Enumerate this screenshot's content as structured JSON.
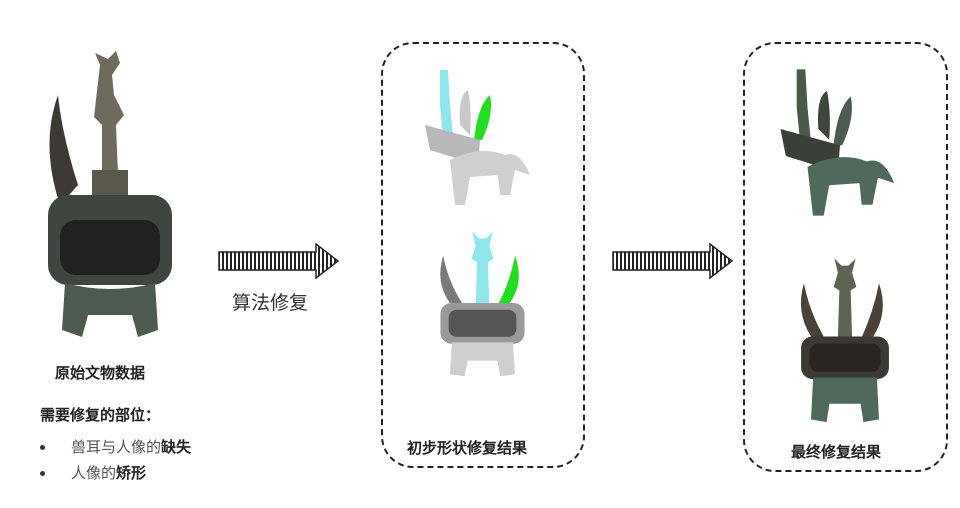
{
  "original": {
    "label": "原始文物数据",
    "repair_heading": "需要修复的部位：",
    "items": [
      {
        "text": "兽耳与人像的",
        "bold": "缺失"
      },
      {
        "text": "人像的",
        "bold": "矫形"
      }
    ]
  },
  "arrow1": {
    "label": "算法修复"
  },
  "stage1": {
    "label": "初步形状修复结果"
  },
  "stage2": {
    "label": "最终修复结果"
  },
  "colors": {
    "bronze": "#4d5a50",
    "mesh": "#c8c8c8",
    "figure": "#8fe6ec",
    "ear": "#22dd22"
  }
}
